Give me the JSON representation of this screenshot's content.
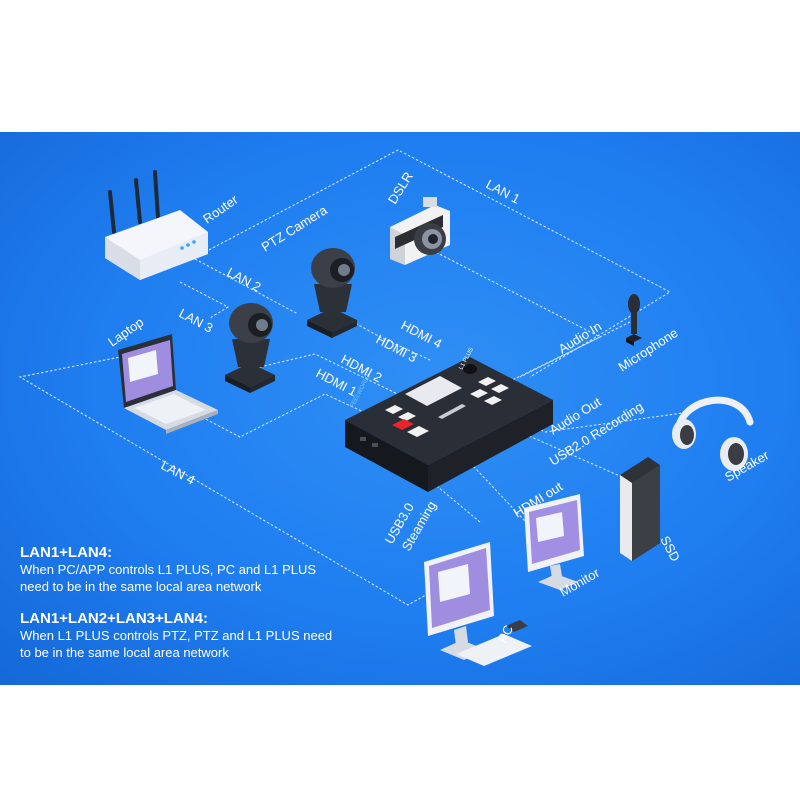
{
  "device": {
    "brand": "FEELWORLD",
    "model": "L1 PLUS"
  },
  "labels": {
    "router": "Router",
    "ptz_camera": "PTZ Camera",
    "dslr": "DSLR",
    "microphone": "Microphone",
    "laptop": "Laptop",
    "speaker": "Speaker",
    "ssd": "SSD",
    "monitor": "Monitor",
    "pc": "PC"
  },
  "connections": {
    "lan1": "LAN 1",
    "lan2": "LAN 2",
    "lan3": "LAN 3",
    "lan4": "LAN 4",
    "hdmi1": "HDMI 1",
    "hdmi2": "HDMI 2",
    "hdmi3": "HDMI 3",
    "hdmi4": "HDMI 4",
    "audio_in": "Audio In",
    "audio_out": "Audio Out",
    "usb2_recording": "USB2.0 Recording",
    "hdmi_out": "HDMI out",
    "usb3_line1": "USB3.0",
    "usb3_line2": "Steaming"
  },
  "notes": [
    {
      "heading": "LAN1+LAN4:",
      "line1": "When PC/APP controls L1 PLUS, PC and L1 PLUS",
      "line2": "need to be in the same local area network"
    },
    {
      "heading": "LAN1+LAN2+LAN3+LAN4:",
      "line1": "When L1 PLUS controls PTZ, PTZ and L1 PLUS need",
      "line2": "to be in the same local area network"
    }
  ],
  "colors": {
    "background": "#1f7ef0",
    "line": "#cfe4ff",
    "accent_red": "#e8252b"
  }
}
